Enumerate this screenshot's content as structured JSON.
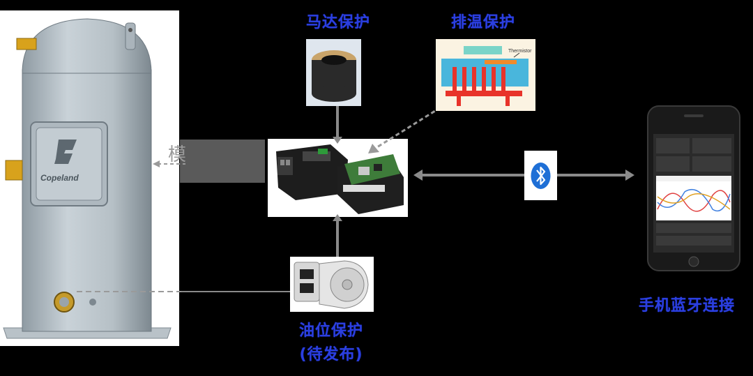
{
  "compressor": {
    "brand": "Copeland",
    "side_label": "模"
  },
  "labels": {
    "motor_protection": "马达保护",
    "exhaust_temp_protection": "排温保护",
    "oil_level_protection": "油位保护",
    "oil_level_note": "(待发布)",
    "phone_bluetooth": "手机蓝牙连接"
  },
  "thermistor": {
    "label": "Thermistor"
  },
  "colors": {
    "label_blue": "#2b3fe0",
    "line_grey": "#8a8a8a",
    "bluetooth_blue": "#1e6fd6"
  },
  "icons": [
    "bluetooth-icon"
  ]
}
